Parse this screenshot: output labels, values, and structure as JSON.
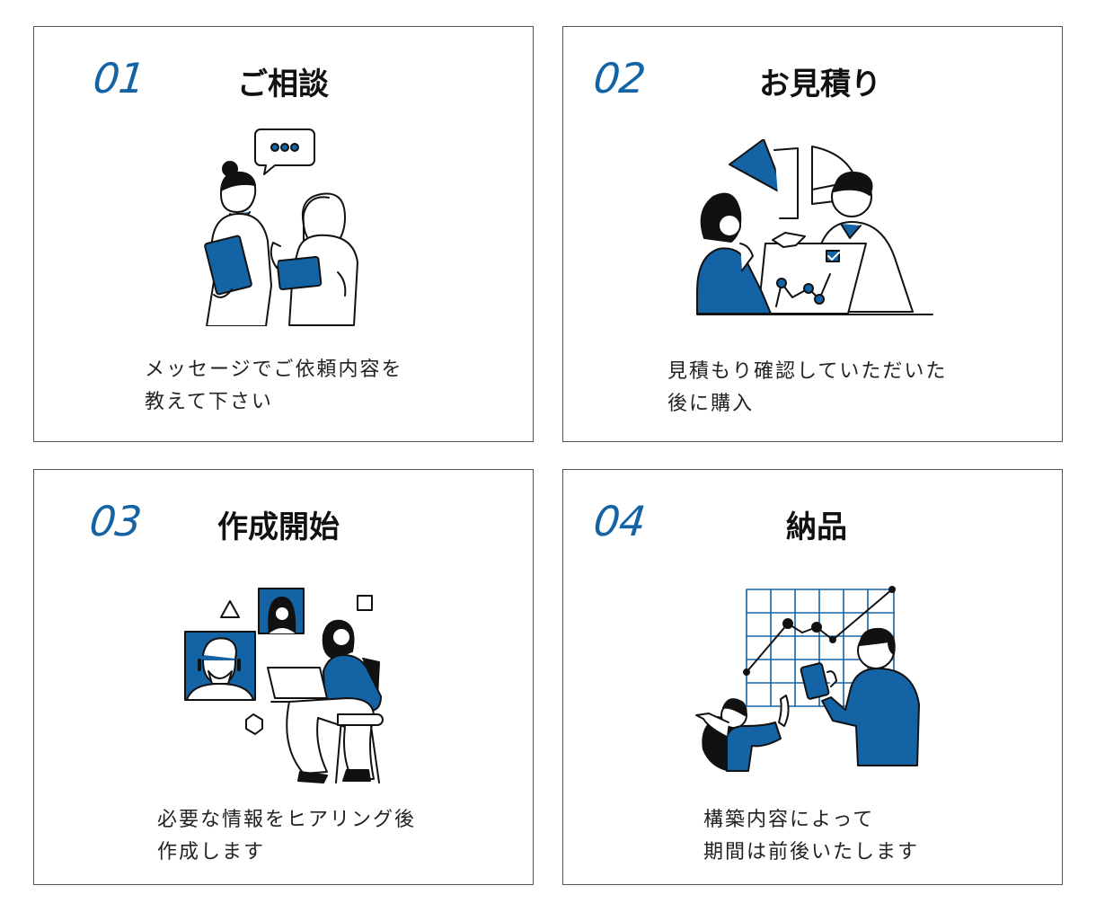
{
  "colors": {
    "accent": "#1463a5",
    "border": "#555555",
    "text": "#111111"
  },
  "cards": [
    {
      "number": "01",
      "title": "ご相談",
      "desc_lines": [
        "メッセージでご依頼内容を",
        "教えて下さい"
      ],
      "icon": "consultation-icon"
    },
    {
      "number": "02",
      "title": "お見積り",
      "desc_lines": [
        "見積もり確認していただいた",
        "後に購入"
      ],
      "icon": "estimate-icon"
    },
    {
      "number": "03",
      "title": "作成開始",
      "desc_lines": [
        "必要な情報をヒアリング後",
        "作成します"
      ],
      "icon": "creation-icon"
    },
    {
      "number": "04",
      "title": "納品",
      "desc_lines": [
        "構築内容によって",
        "期間は前後いたします"
      ],
      "icon": "delivery-icon"
    }
  ]
}
